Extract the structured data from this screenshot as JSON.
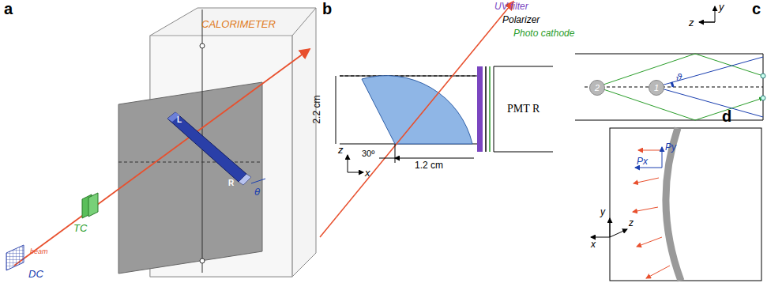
{
  "diagram": {
    "nodes": [
      {
        "text": [
          "2"
        ]
      },
      {
        "text": [
          "1"
        ]
      }
    ],
    "labels": [
      "a",
      "CALORIMETER",
      "L",
      "R",
      "θ",
      "TC",
      "DC",
      "beam",
      "b",
      "UV filter",
      "Polarizer",
      "Photo cathode",
      "PMT R",
      "2.2 cm",
      "1.2 cm",
      "30º",
      "z",
      "x",
      "c",
      "y",
      "z",
      "ϑ",
      "d",
      "Py",
      "Px",
      "y",
      "z",
      "x"
    ]
  }
}
